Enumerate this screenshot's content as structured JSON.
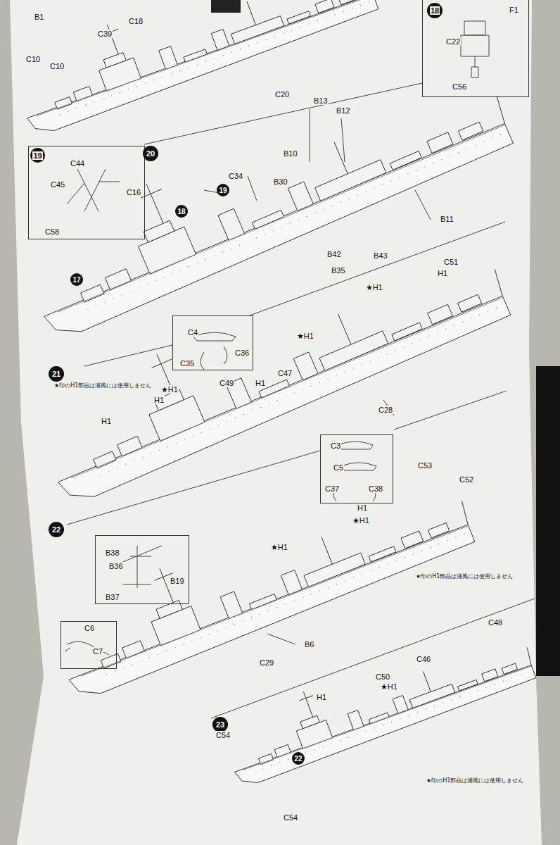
{
  "diagram": {
    "nodes": [
      {
        "text": [
          "F1",
          "C22",
          "C56"
        ]
      },
      {
        "text": [
          "18"
        ],
        "in": 0
      },
      {
        "text": [
          "C44",
          "C45",
          "C16",
          "C58"
        ]
      },
      {
        "text": [
          "19"
        ],
        "in": 2
      },
      {
        "text": [
          "20"
        ]
      },
      {
        "text": [
          "19"
        ]
      },
      {
        "text": [
          "18"
        ]
      },
      {
        "text": [
          "17"
        ]
      },
      {
        "text": [
          "C4",
          "C35",
          "C36"
        ]
      },
      {
        "text": [
          "21"
        ]
      },
      {
        "text": [
          "C3",
          "C5",
          "C37",
          "C38"
        ]
      },
      {
        "text": [
          "22"
        ]
      },
      {
        "text": [
          "B38",
          "B36",
          "B19",
          "B37"
        ]
      },
      {
        "text": [
          "C6",
          "C7"
        ]
      },
      {
        "text": [
          "23"
        ]
      },
      {
        "text": [
          "22"
        ]
      }
    ],
    "labels": [
      "B1",
      "C10",
      "C10",
      "C39",
      "C18",
      "C20",
      "B13",
      "B12",
      "B10",
      "C34",
      "B30",
      "B11",
      "B42",
      "B43",
      "B35",
      "C51",
      "H1",
      "★H1",
      "★H1",
      "C47",
      "C49",
      "H1",
      "★H1",
      "H1",
      "H1",
      "C28",
      "C53",
      "C52",
      "H1",
      "★H1",
      "★H1",
      "B6",
      "C29",
      "C48",
      "C46",
      "C50",
      "H1",
      "★H1",
      "C54",
      "C54",
      "★印のH1部品は浦風には使用しません",
      "★印のH1部品は浦風には使用しません",
      "★印のH1部品は浦風には使用しません"
    ]
  }
}
